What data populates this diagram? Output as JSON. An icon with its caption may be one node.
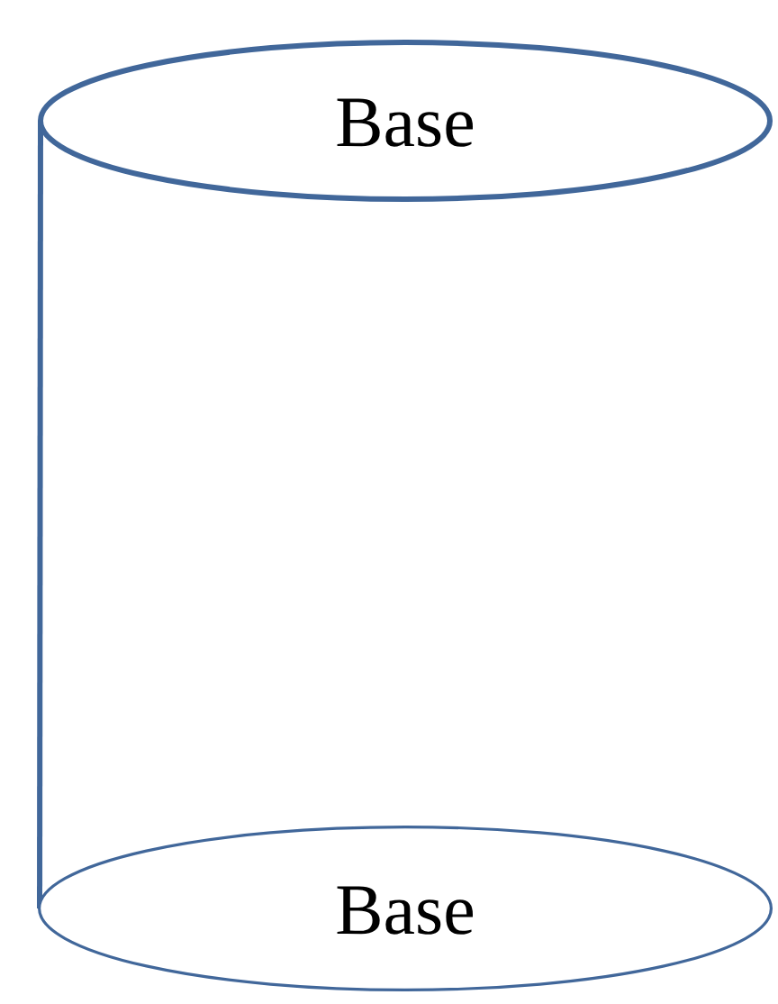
{
  "diagram": {
    "nodes": [
      {
        "text": [
          "Base"
        ]
      },
      {
        "text": [
          "Base"
        ]
      }
    ],
    "edges": [
      {
        "from": 0,
        "to": 1,
        "arrow": "none"
      }
    ]
  }
}
